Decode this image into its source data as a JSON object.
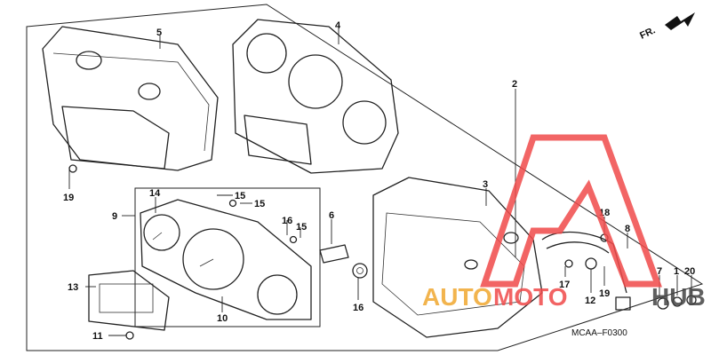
{
  "direction_arrow": {
    "label": "FR."
  },
  "diagram_code": "MCAA–F0300",
  "callouts": [
    "5",
    "4",
    "2",
    "19",
    "9",
    "14",
    "15",
    "15",
    "16",
    "15",
    "6",
    "3",
    "18",
    "8",
    "13",
    "10",
    "16",
    "17",
    "12",
    "19",
    "7",
    "1",
    "20",
    "11"
  ],
  "watermark": {
    "text_a": "AUTO",
    "text_b": "MOTO",
    "text_c": "HUB",
    "color_logo": "#f04a4a",
    "color_text_a": "#f0a830",
    "color_text_b": "#f04a4a",
    "color_text_c": "#444444"
  }
}
